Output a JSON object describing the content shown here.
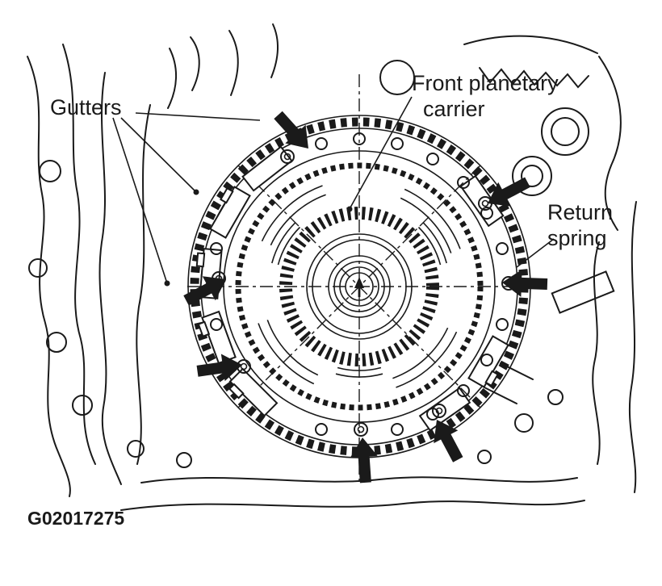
{
  "figure": {
    "code": "G02017275",
    "labels": {
      "gutters": "Gutters",
      "front_carrier": [
        "Front planetary",
        "carrier"
      ],
      "return_spring": [
        "Return",
        "spring"
      ]
    },
    "colors": {
      "ink": "#1a1a1a",
      "background": "#ffffff"
    }
  }
}
